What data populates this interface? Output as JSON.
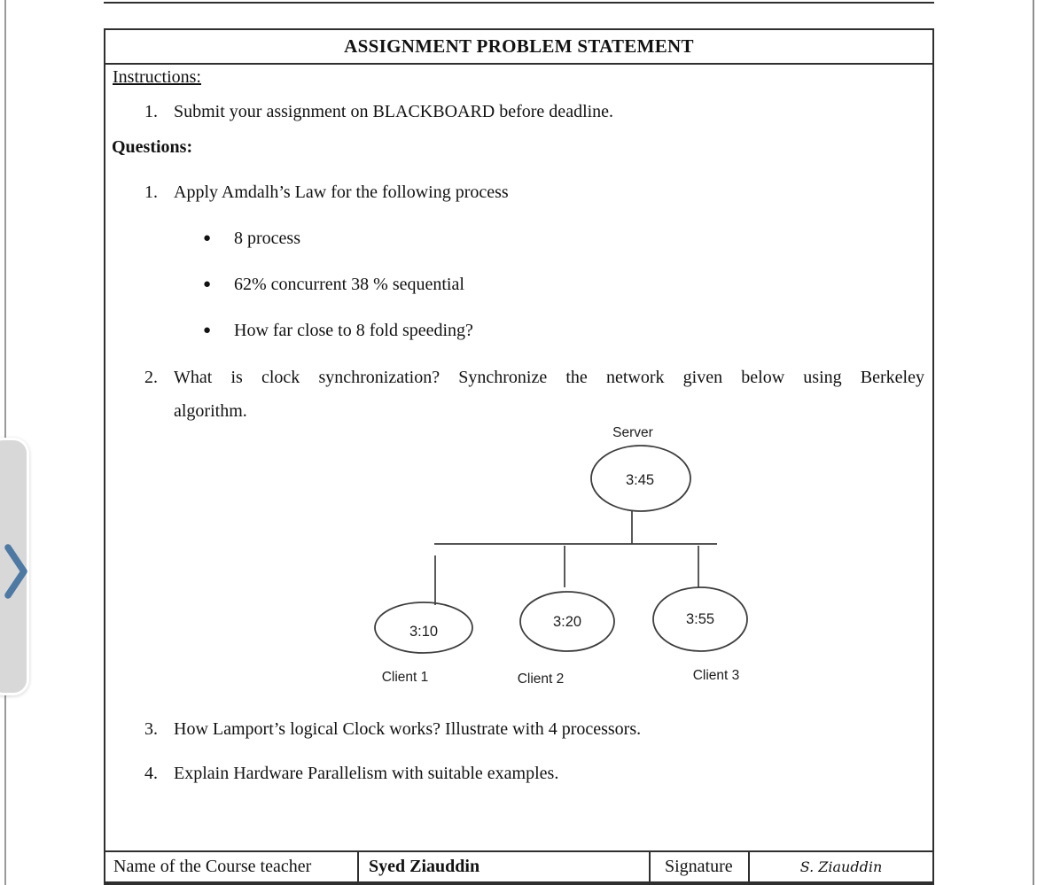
{
  "doc": {
    "title": "ASSIGNMENT PROBLEM STATEMENT",
    "instructions_heading": "Instructions:",
    "instruction1": {
      "num": "1.",
      "text": "Submit your assignment on BLACKBOARD before deadline."
    },
    "questions_heading": "Questions:",
    "q1": {
      "num": "1.",
      "text": "Apply Amdalh’s Law for the following process",
      "bullet_glyph": "●",
      "bullets": [
        "8 process",
        "62% concurrent 38 % sequential",
        "How far close to 8 fold speeding?"
      ]
    },
    "q2": {
      "num": "2.",
      "line1": "What is clock synchronization? Synchronize the network given below using Berkeley",
      "line2": "algorithm."
    },
    "q3": {
      "num": "3.",
      "text": "How Lamport’s logical Clock works? Illustrate with 4 processors."
    },
    "q4": {
      "num": "4.",
      "text": "Explain Hardware Parallelism with suitable examples."
    }
  },
  "diagram": {
    "server_label": "Server",
    "server_time": "3:45",
    "clients": [
      {
        "label": "Client 1",
        "time": "3:10"
      },
      {
        "label": "Client 2",
        "time": "3:20"
      },
      {
        "label": "Client 3",
        "time": "3:55"
      }
    ]
  },
  "footer": {
    "name_label": "Name of the Course teacher",
    "teacher_name": "Syed Ziauddin",
    "signature_label": "Signature",
    "signature_script": "S. Ziauddin"
  },
  "nav": {
    "chevron_icon": "chevron-right"
  },
  "colors": {
    "accent_chevron": "#4e79a3",
    "handle_bg": "#d8d8d8",
    "border_dark": "#2f2f2f",
    "edge_gray": "#9a9a9a"
  }
}
